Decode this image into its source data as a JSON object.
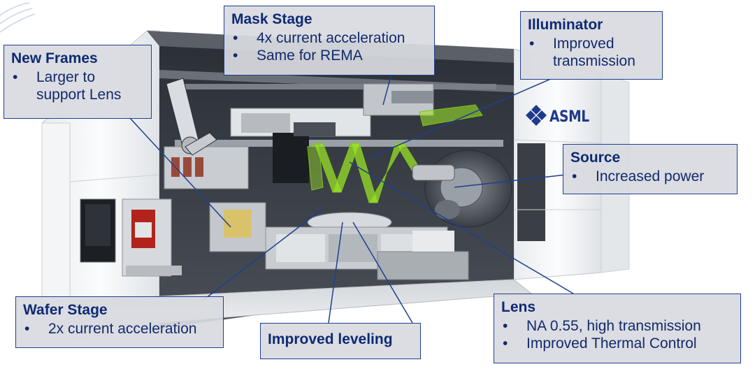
{
  "logo_text": "ASML",
  "callouts": {
    "mask_stage": {
      "head": "Mask Stage",
      "items": [
        "4x current acceleration",
        "Same for REMA"
      ]
    },
    "illuminator": {
      "head": "Illuminator",
      "items": [
        "Improved transmission"
      ]
    },
    "new_frames": {
      "head": "New Frames",
      "items": [
        "Larger to support Lens"
      ]
    },
    "source": {
      "head": "Source",
      "items": [
        "Increased power"
      ]
    },
    "wafer_stage": {
      "head": "Wafer Stage",
      "items": [
        "2x current acceleration"
      ]
    },
    "leveling": {
      "head": "Improved leveling"
    },
    "lens": {
      "head": "Lens",
      "items": [
        "NA 0.55, high transmission",
        "Improved Thermal Control"
      ]
    }
  },
  "colors": {
    "callout_border": "#1f3f8f",
    "callout_text": "#13296b",
    "beam": "#9be02a",
    "logo": "#1f3a8a"
  }
}
